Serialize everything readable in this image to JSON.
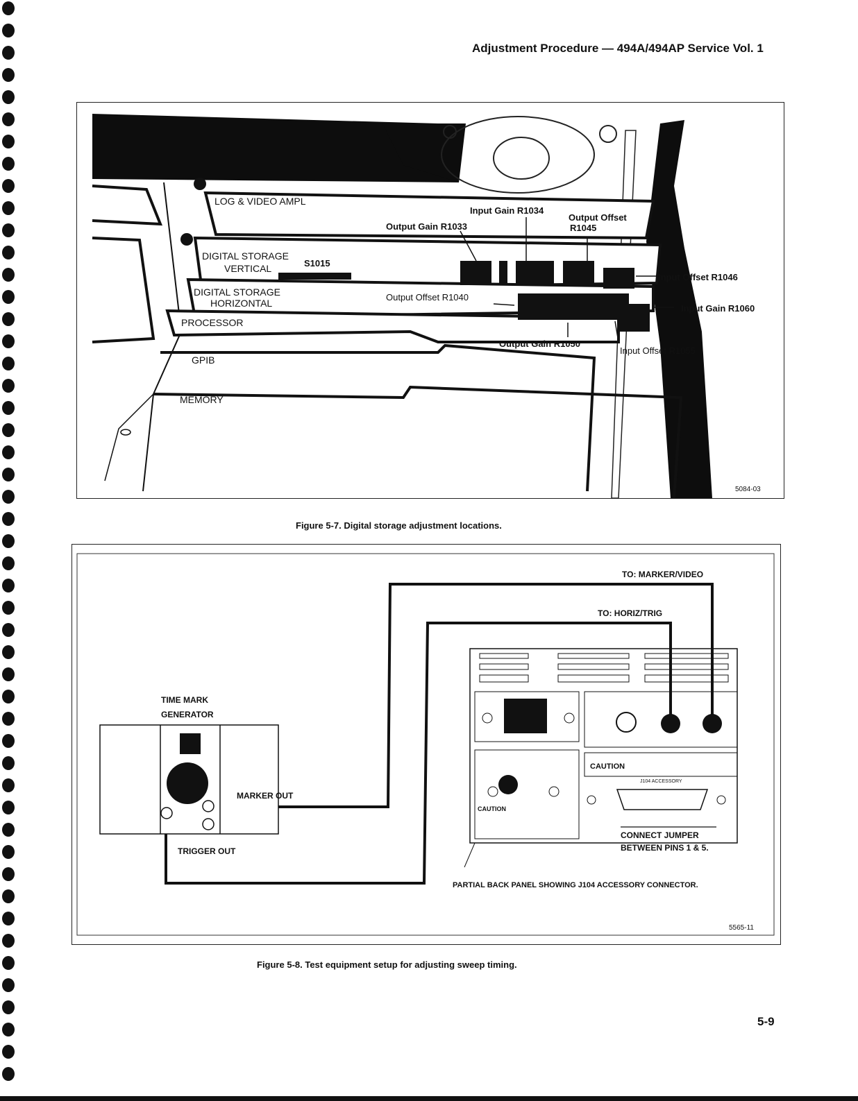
{
  "header": {
    "title": "Adjustment Procedure — 494A/494AP Service Vol. 1"
  },
  "figure1": {
    "boards": [
      "LOG & VIDEO AMPL",
      "DIGITAL STORAGE",
      "VERTICAL",
      "DIGITAL STORAGE",
      "HORIZONTAL",
      "PROCESSOR",
      "GPIB",
      "MEMORY"
    ],
    "callouts": {
      "input_gain_r1034": "Input Gain R1034",
      "output_gain_r1033": "Output Gain R1033",
      "output_offset_label": "Output Offset",
      "output_offset_ref": "R1045",
      "s1015": "S1015",
      "output_offset_r1040": "Output Offset R1040",
      "input_offset_r1046": "Input Offset R1046",
      "input_gain_r1060": "Input Gain R1060",
      "output_gain_r1050": "Output Gain R1050",
      "input_offset_r1055": "Input Offset R1055"
    },
    "code": "5084-03",
    "caption": "Figure 5-7. Digital storage adjustment locations."
  },
  "figure2": {
    "to_marker_video": "TO: MARKER/VIDEO",
    "to_horiz_trig": "TO: HORIZ/TRIG",
    "generator_line1": "TIME MARK",
    "generator_line2": "GENERATOR",
    "marker_out": "MARKER OUT",
    "trigger_out": "TRIGGER OUT",
    "caution": "CAUTION",
    "caution_small": "CAUTION",
    "j104_accessory": "J104 ACCESSORY",
    "connect_jumper": "CONNECT JUMPER",
    "between_pins": "BETWEEN PINS 1 & 5.",
    "partial_back_panel": "PARTIAL BACK PANEL SHOWING J104 ACCESSORY CONNECTOR.",
    "code": "5565-11",
    "caption": "Figure 5-8. Test equipment setup for adjusting sweep timing."
  },
  "page_number": "5-9"
}
